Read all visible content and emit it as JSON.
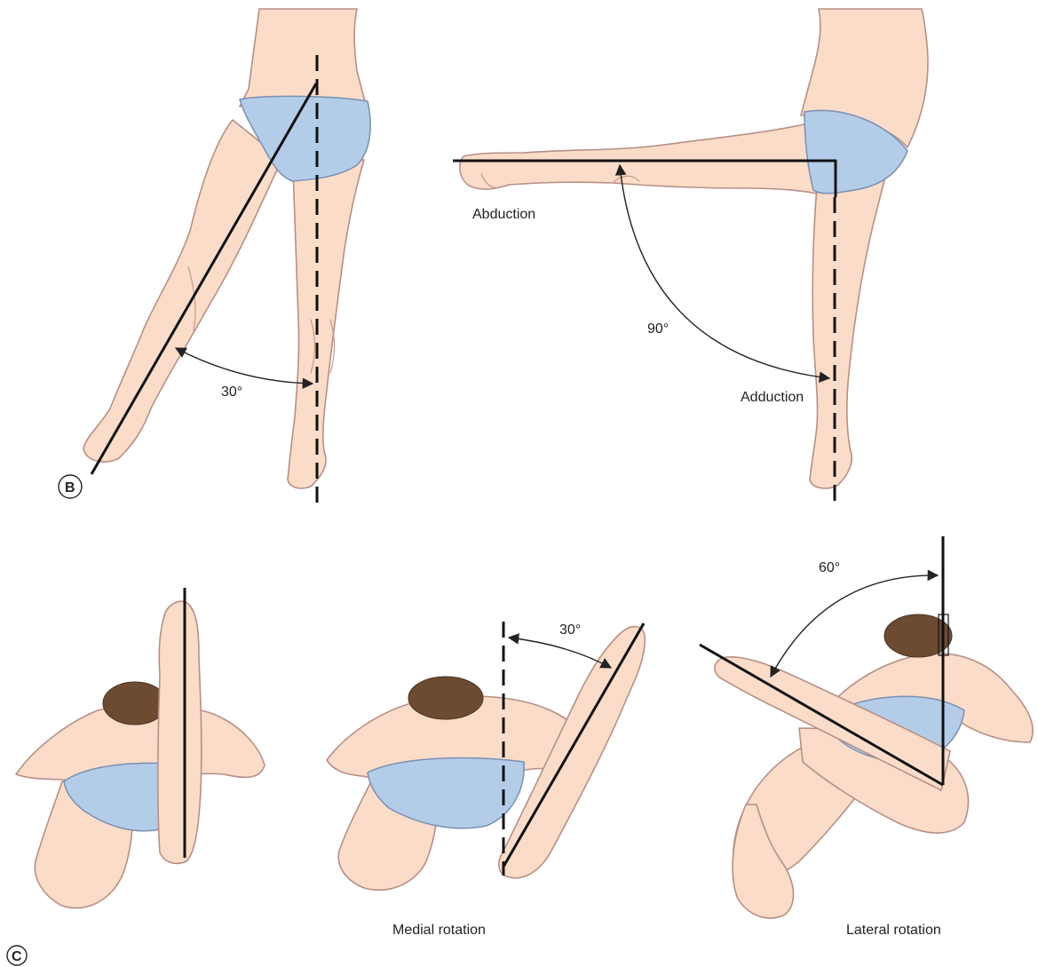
{
  "panels": {
    "b": {
      "letter": "B"
    },
    "c": {
      "letter": "C"
    }
  },
  "labels": {
    "extension_angle": "30°",
    "abduction": "Abduction",
    "abduction_angle": "90°",
    "adduction": "Adduction",
    "medial_angle": "30°",
    "medial_rotation": "Medial rotation",
    "lateral_angle": "60°",
    "lateral_rotation": "Lateral rotation"
  },
  "colors": {
    "skin": "#fbdcc9",
    "skin_outline": "#b88e86",
    "briefs": "#b3cde9",
    "hair": "#6d4b33",
    "reference_line": "#111111"
  }
}
